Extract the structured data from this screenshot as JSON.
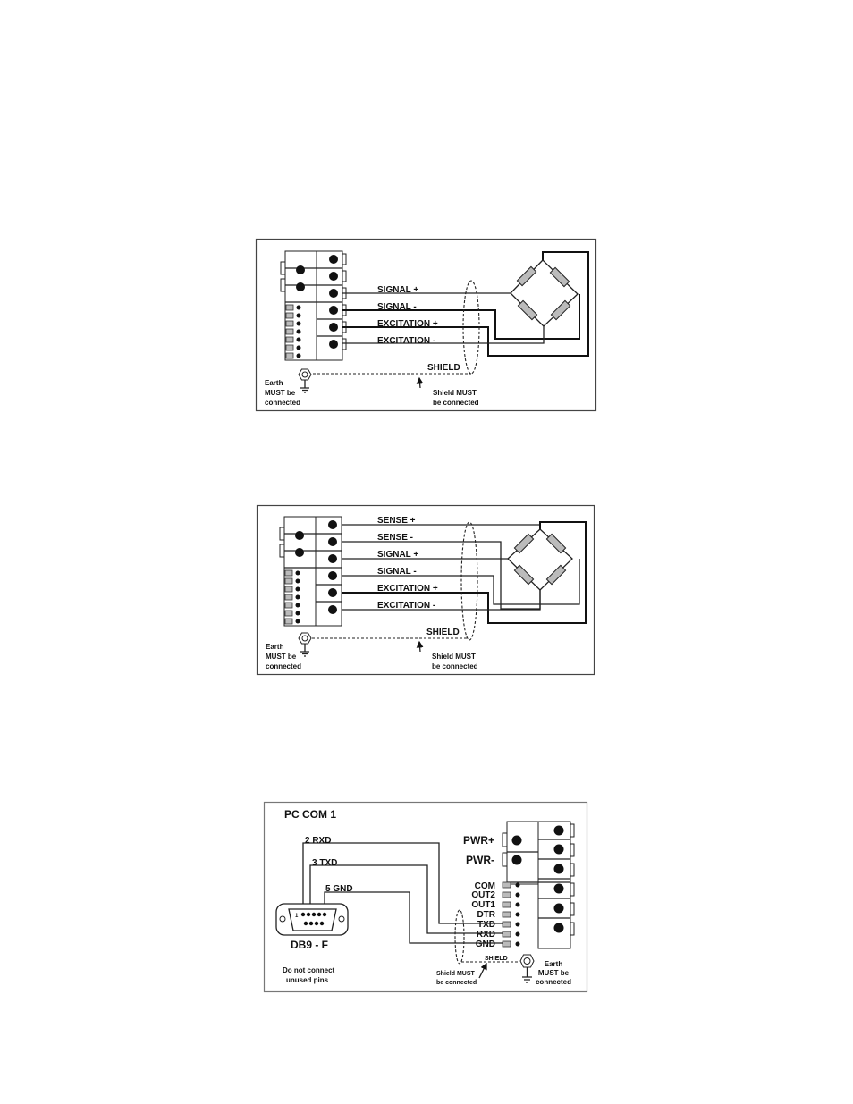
{
  "diagram1": {
    "wires": [
      "SIGNAL +",
      "SIGNAL -",
      "EXCITATION +",
      "EXCITATION -"
    ],
    "shield": "SHIELD",
    "earth_note": [
      "Earth",
      "MUST be",
      "connected"
    ],
    "shield_note": [
      "Shield MUST",
      "be connected"
    ]
  },
  "diagram2": {
    "wires": [
      "SENSE +",
      "SENSE -",
      "SIGNAL +",
      "SIGNAL -",
      "EXCITATION +",
      "EXCITATION -"
    ],
    "shield": "SHIELD",
    "earth_note": [
      "Earth",
      "MUST be",
      "connected"
    ],
    "shield_note": [
      "Shield MUST",
      "be connected"
    ]
  },
  "diagram3": {
    "title": "PC COM 1",
    "pc_wires": [
      "2  RXD",
      "3  TXD",
      "5  GND"
    ],
    "connector": "DB9 - F",
    "pin1": "1",
    "power_labels": [
      "PWR+",
      "PWR-"
    ],
    "terminals": [
      "COM",
      "OUT2",
      "OUT1",
      "DTR",
      "TXD",
      "RXD",
      "GND"
    ],
    "unused_note": [
      "Do not connect",
      "unused pins"
    ],
    "shield": "SHIELD",
    "shield_note": [
      "Shield MUST",
      "be connected"
    ],
    "earth_note": [
      "Earth",
      "MUST be",
      "connected"
    ]
  }
}
